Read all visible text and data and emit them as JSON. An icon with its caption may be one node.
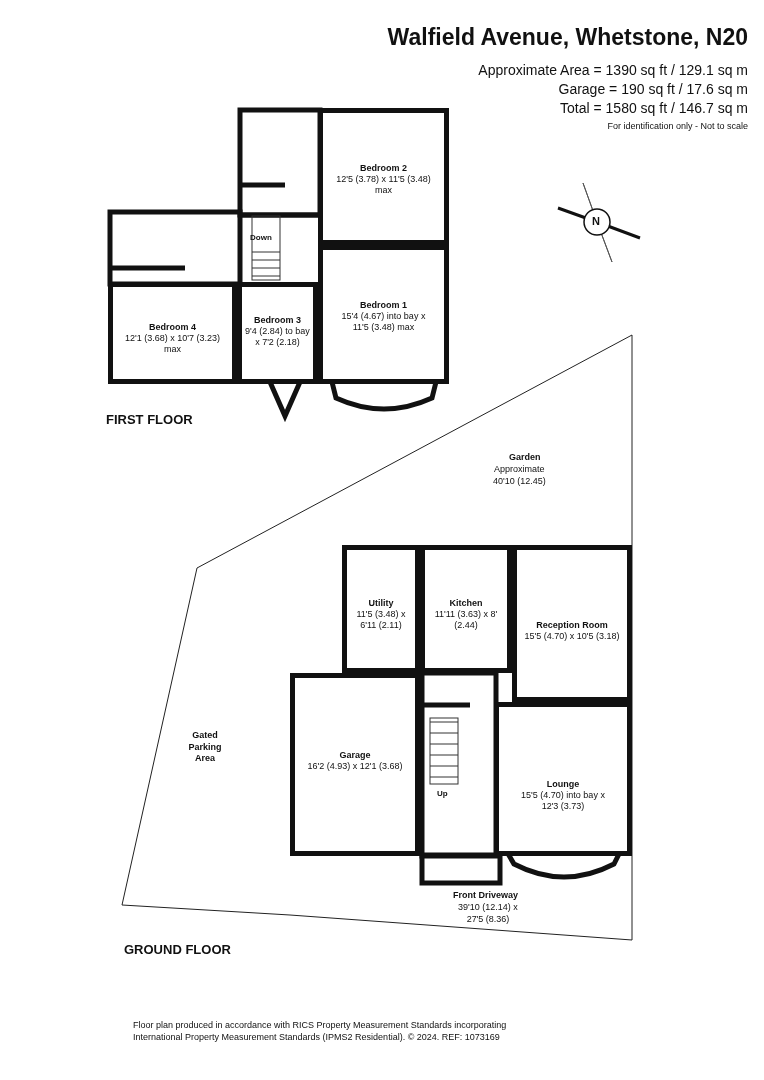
{
  "diagram": {
    "title": "Walfield Avenue, Whetstone, N20",
    "nodes": [
      {
        "text": [
          "Bedroom 2",
          "12'5 (3.78) x 11'5 (3.48) max"
        ]
      },
      {
        "text": [
          "Bedroom 4",
          "12'1 (3.68) x 10'7 (3.23) max"
        ]
      },
      {
        "text": [
          "Bedroom 3",
          "9'4 (2.84) to bay x 7'2 (2.18)"
        ]
      },
      {
        "text": [
          "Bedroom 1",
          "15'4 (4.67) into bay x 11'5 (3.48) max"
        ]
      },
      {
        "text": [
          "Utility",
          "11'5 (3.48) x 6'11 (2.11)"
        ]
      },
      {
        "text": [
          "Kitchen",
          "11'11 (3.63) x 8' (2.44)"
        ]
      },
      {
        "text": [
          "Reception Room",
          "15'5 (4.70) x 10'5 (3.18)"
        ]
      },
      {
        "text": [
          "Garage",
          "16'2 (4.93) x 12'1 (3.68)"
        ]
      },
      {
        "text": [
          "Lounge",
          "15'5 (4.70) into bay x 12'3 (3.73)"
        ]
      }
    ],
    "labels": [
      "Approximate Area = 1390 sq ft / 129.1 sq m",
      "Garage = 190 sq ft / 17.6 sq m",
      "Total = 1580 sq ft / 146.7 sq m",
      "For identification only - Not to scale",
      "N",
      "Down",
      "FIRST FLOOR",
      "Garden",
      "Approximate",
      "40'10 (12.45)",
      "Gated Parking Area",
      "Up",
      "Front Driveway",
      "39'10 (12.14) x 27'5 (8.36)",
      "GROUND FLOOR",
      "Floor plan produced in accordance with RICS Property Measurement Standards incorporating International Property Measurement Standards (IPMS2 Residential). © 2024. REF: 1073169"
    ]
  }
}
